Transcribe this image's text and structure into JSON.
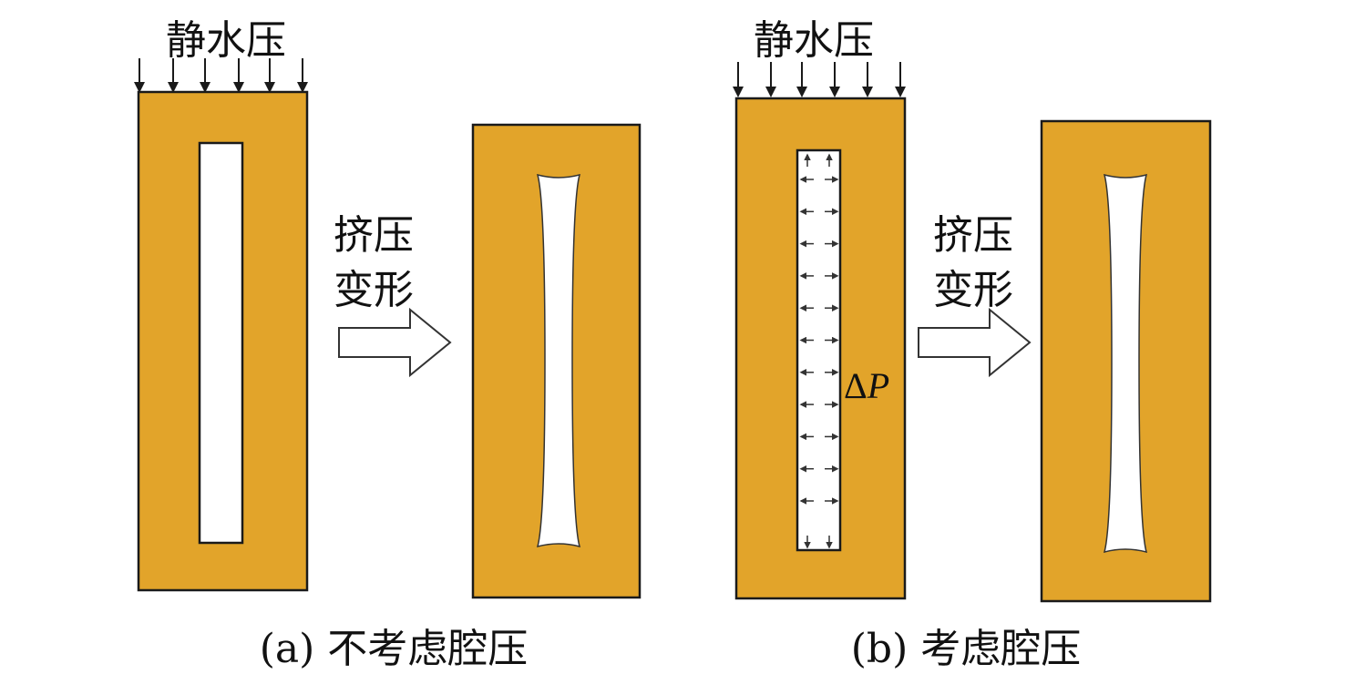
{
  "colors": {
    "block": "#E2A42A",
    "outline": "#1a1a1a"
  },
  "panel_a": {
    "load_label": "静水压",
    "process_label_1": "挤压",
    "process_label_2": "变形",
    "caption": "(a) 不考虑腔压"
  },
  "panel_b": {
    "load_label": "静水压",
    "process_label_1": "挤压",
    "process_label_2": "变形",
    "caption": "(b) 考虑腔压",
    "pressure_delta": "Δ",
    "pressure_symbol": "P"
  }
}
